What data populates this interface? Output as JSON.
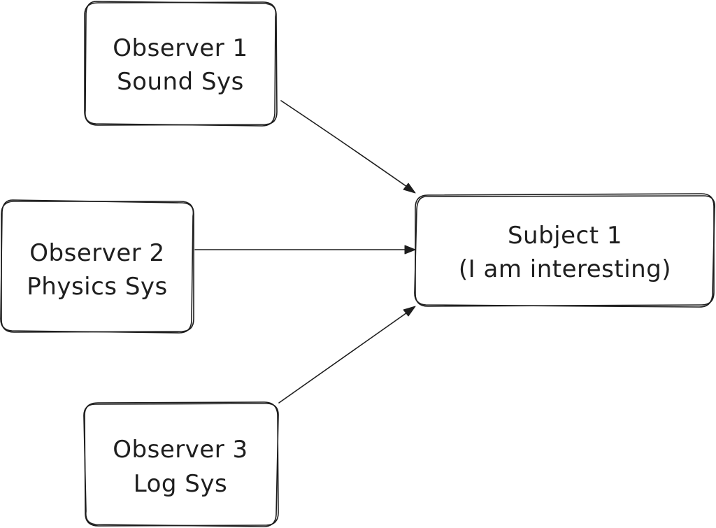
{
  "diagram": {
    "nodes": [
      {
        "id": "observer-1",
        "lines": [
          "Observer 1",
          "Sound Sys"
        ]
      },
      {
        "id": "observer-2",
        "lines": [
          "Observer 2",
          "Physics Sys"
        ]
      },
      {
        "id": "observer-3",
        "lines": [
          "Observer 3",
          "Log Sys"
        ]
      },
      {
        "id": "subject-1",
        "lines": [
          "Subject 1",
          "(I am interesting)"
        ]
      }
    ],
    "edges": [
      {
        "from": "observer-1",
        "to": "subject-1"
      },
      {
        "from": "observer-2",
        "to": "subject-1"
      },
      {
        "from": "observer-3",
        "to": "subject-1"
      }
    ],
    "colors": {
      "stroke": "#1e1e1e",
      "text": "#1e1e1e",
      "background": "#ffffff"
    }
  }
}
